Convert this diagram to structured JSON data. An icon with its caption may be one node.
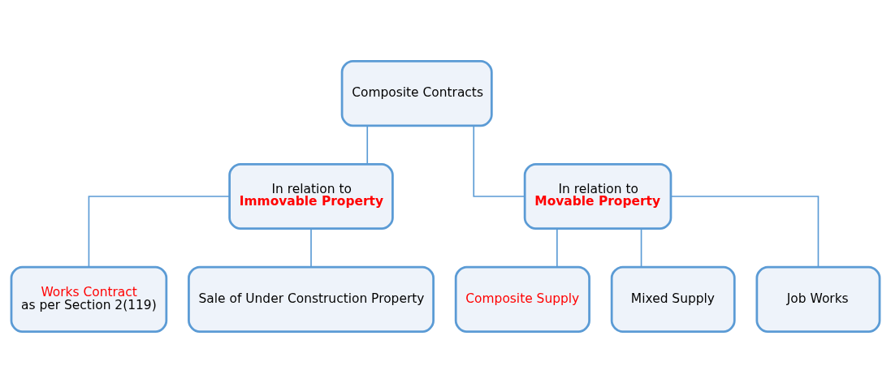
{
  "diagram": {
    "nodes": [
      {
        "text": [
          "Composite Contracts"
        ]
      },
      {
        "text": [
          "In relation to",
          "Immovable Property"
        ]
      },
      {
        "text": [
          "In relation to",
          "Movable Property"
        ]
      },
      {
        "text": [
          "Works Contract",
          "as per Section 2(119)"
        ]
      },
      {
        "text": [
          "Sale of Under Construction Property"
        ]
      },
      {
        "text": [
          "Composite Supply"
        ]
      },
      {
        "text": [
          "Mixed Supply"
        ]
      },
      {
        "text": [
          "Job Works"
        ]
      }
    ],
    "edges": [
      {
        "from": 0,
        "to": 1,
        "arrow": "none"
      },
      {
        "from": 0,
        "to": 2,
        "arrow": "none"
      },
      {
        "from": 1,
        "to": 3,
        "arrow": "none"
      },
      {
        "from": 1,
        "to": 4,
        "arrow": "none"
      },
      {
        "from": 2,
        "to": 5,
        "arrow": "none"
      },
      {
        "from": 2,
        "to": 6,
        "arrow": "none"
      },
      {
        "from": 2,
        "to": 7,
        "arrow": "none"
      }
    ]
  }
}
